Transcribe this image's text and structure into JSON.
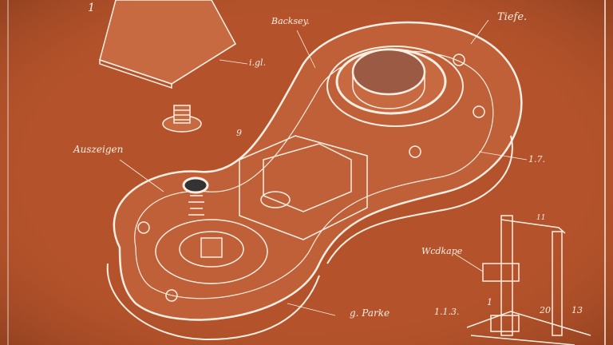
{
  "colors": {
    "paper": "#b4532b",
    "ink": "#fbeee2",
    "shadow": "#7a3418",
    "knob": "#9a5a44"
  },
  "labels": {
    "keycap_number": "1",
    "keycap_ref": "i.gl.",
    "top_left": "Backsey.",
    "top_right": "Tiefe.",
    "small_9": "9",
    "left": "Auszeigen",
    "right_side": "1.7.",
    "stand_label": "Wcdkape",
    "stand_top": "11",
    "bottom_mid": "g. Parke",
    "bottom_ref": "1.1.3.",
    "stand_base": "1",
    "stand_20": "20",
    "stand_13": "13"
  }
}
